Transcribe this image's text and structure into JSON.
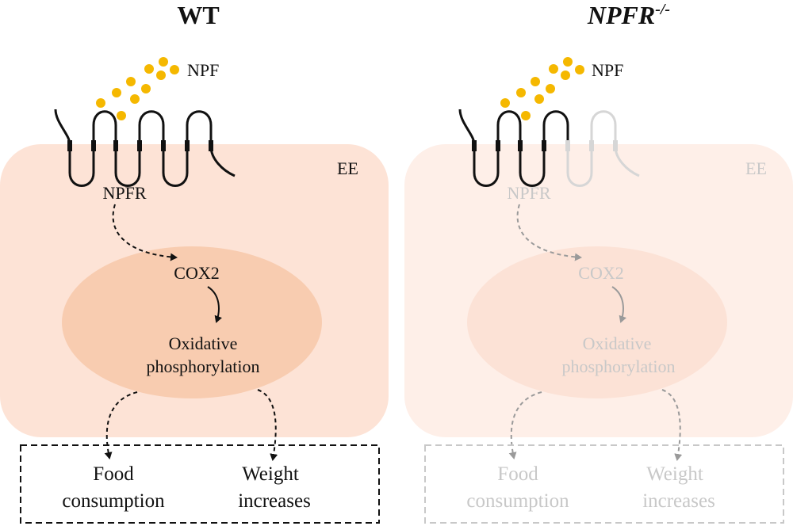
{
  "panels": [
    {
      "title": "WT",
      "title_sup": "",
      "title_italic": false,
      "ligand_label": "NPF",
      "cell_label": "EE",
      "receptor_label": "NPFR",
      "enzyme_label": "COX2",
      "process_line1": "Oxidative",
      "process_line2": "phosphorylation",
      "outcome1_line1": "Food",
      "outcome1_line2": "consumption",
      "outcome2_line1": "Weight",
      "outcome2_line2": "increases",
      "receptor_intact": true
    },
    {
      "title": "NPFR",
      "title_sup": "-/-",
      "title_italic": true,
      "ligand_label": "NPF",
      "cell_label": "EE",
      "receptor_label": "NPFR",
      "enzyme_label": "COX2",
      "process_line1": "Oxidative",
      "process_line2": "phosphorylation",
      "outcome1_line1": "Food",
      "outcome1_line2": "consumption",
      "outcome2_line1": "Weight",
      "outcome2_line2": "increases",
      "receptor_intact": false
    }
  ],
  "colors": {
    "npf_dots": "#f5b800",
    "cell_fill": "#fde3d6",
    "nucleus_fill": "#f8ccb0",
    "cell_fill_faded": "#feefe8",
    "nucleus_fill_faded": "#fce2d6",
    "ink_dark": "#111111",
    "ink_grey": "#c8c8c8",
    "arrow_grey": "#9a9a9a"
  }
}
